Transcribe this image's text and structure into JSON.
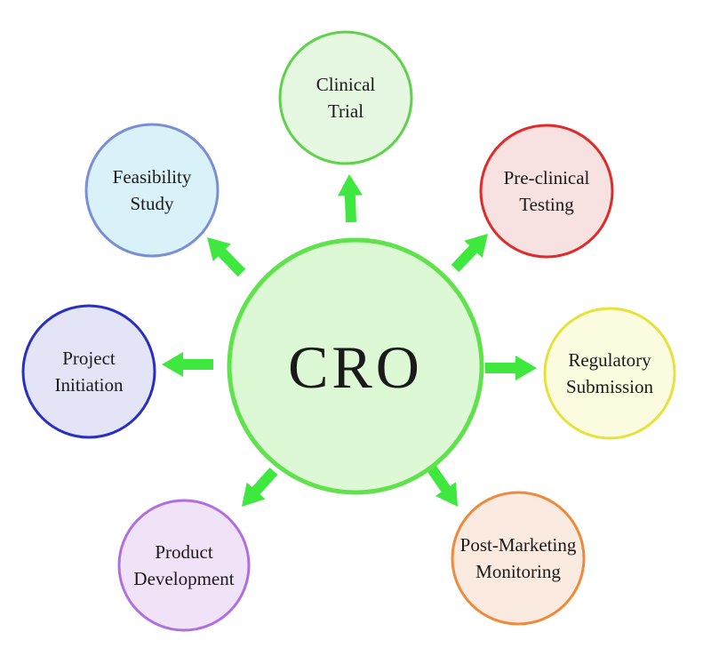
{
  "center": {
    "label": "CRO",
    "fill": "#dcf8d4",
    "stroke": "#5fe24b"
  },
  "arrow_color": "#3ee83e",
  "nodes": [
    {
      "id": "clinical-trial",
      "lines": [
        "Clinical",
        "Trial"
      ],
      "fill": "#e6f8e2",
      "stroke": "#5fd24b"
    },
    {
      "id": "pre-clinical-testing",
      "lines": [
        "Pre-clinical",
        "Testing"
      ],
      "fill": "#f8e1e1",
      "stroke": "#e02b2b"
    },
    {
      "id": "regulatory-submission",
      "lines": [
        "Regulatory",
        "Submission"
      ],
      "fill": "#fbfbe0",
      "stroke": "#e6e23a"
    },
    {
      "id": "post-marketing-monitoring",
      "lines": [
        "Post-Marketing",
        "Monitoring"
      ],
      "fill": "#fbeadf",
      "stroke": "#ee8a3c"
    },
    {
      "id": "product-development",
      "lines": [
        "Product",
        "Development"
      ],
      "fill": "#f0e3f8",
      "stroke": "#b06ee2"
    },
    {
      "id": "project-initiation",
      "lines": [
        "Project",
        "Initiation"
      ],
      "fill": "#e3e5f7",
      "stroke": "#2a2fc4"
    },
    {
      "id": "feasibility-study",
      "lines": [
        "Feasibility",
        "Study"
      ],
      "fill": "#d9f1f8",
      "stroke": "#7a8ed8"
    }
  ]
}
